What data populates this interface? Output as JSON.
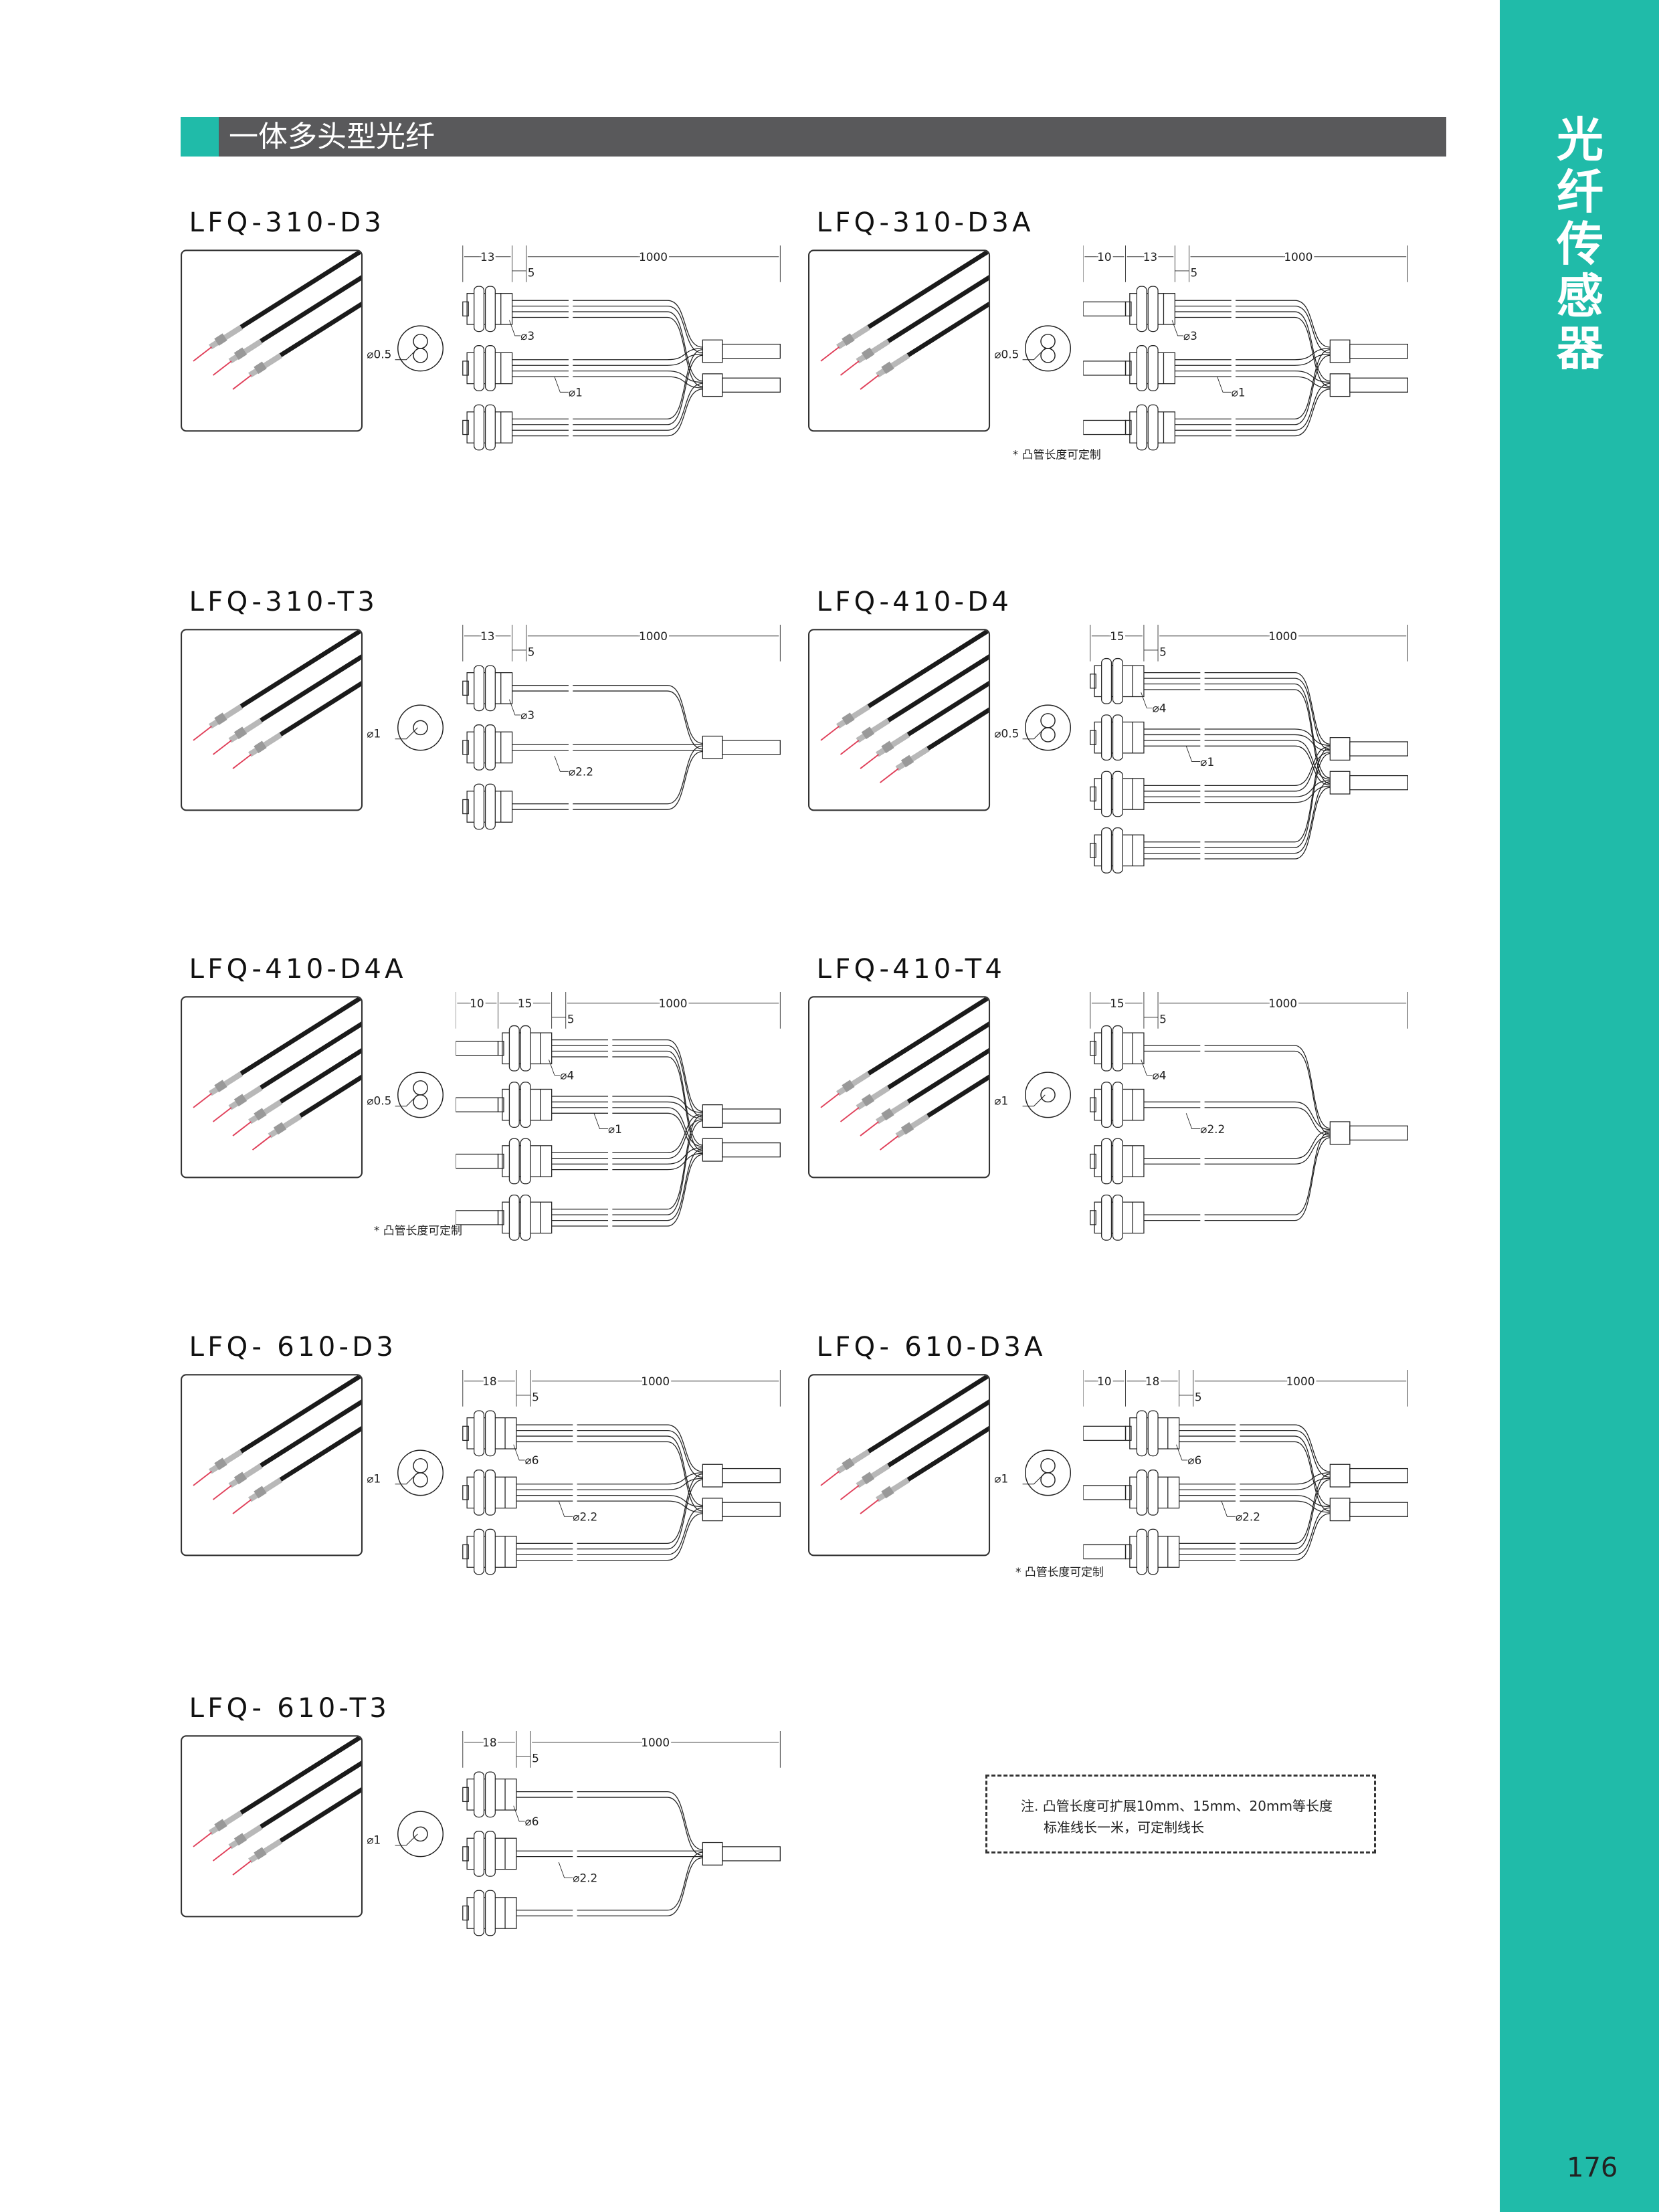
{
  "header": {
    "title": "一体多头型光纤"
  },
  "sidebar": {
    "title": "光纤传感器",
    "page_number": "176"
  },
  "products": [
    {
      "model": "LFQ-310-D3",
      "dims": [
        "13",
        "5",
        "1000"
      ],
      "head_dia": "⌀3",
      "fiber_dia": "⌀1",
      "core_dia": "⌀0.5",
      "heads": 3,
      "connectors": 2,
      "tube": false,
      "note": ""
    },
    {
      "model": "LFQ-310-D3A",
      "dims": [
        "10",
        "13",
        "5",
        "1000"
      ],
      "head_dia": "⌀3",
      "fiber_dia": "⌀1",
      "core_dia": "⌀0.5",
      "heads": 3,
      "connectors": 2,
      "tube": true,
      "note": "* 凸管长度可定制"
    },
    {
      "model": "LFQ-310-T3",
      "dims": [
        "13",
        "5",
        "1000"
      ],
      "head_dia": "⌀3",
      "fiber_dia": "⌀2.2",
      "core_dia": "⌀1",
      "heads": 3,
      "connectors": 1,
      "tube": false,
      "note": ""
    },
    {
      "model": "LFQ-410-D4",
      "dims": [
        "15",
        "5",
        "1000"
      ],
      "head_dia": "⌀4",
      "fiber_dia": "⌀1",
      "core_dia": "⌀0.5",
      "heads": 4,
      "connectors": 2,
      "tube": false,
      "note": ""
    },
    {
      "model": "LFQ-410-D4A",
      "dims": [
        "10",
        "15",
        "5",
        "1000"
      ],
      "head_dia": "⌀4",
      "fiber_dia": "⌀1",
      "core_dia": "⌀0.5",
      "heads": 4,
      "connectors": 2,
      "tube": true,
      "note": "* 凸管长度可定制"
    },
    {
      "model": "LFQ-410-T4",
      "dims": [
        "15",
        "5",
        "1000"
      ],
      "head_dia": "⌀4",
      "fiber_dia": "⌀2.2",
      "core_dia": "⌀1",
      "heads": 4,
      "connectors": 1,
      "tube": false,
      "note": ""
    },
    {
      "model": "LFQ- 610-D3",
      "dims": [
        "18",
        "5",
        "1000"
      ],
      "head_dia": "⌀6",
      "fiber_dia": "⌀2.2",
      "core_dia": "⌀1",
      "heads": 3,
      "connectors": 2,
      "tube": false,
      "note": ""
    },
    {
      "model": "LFQ- 610-D3A",
      "dims": [
        "10",
        "18",
        "5",
        "1000"
      ],
      "head_dia": "⌀6",
      "fiber_dia": "⌀2.2",
      "core_dia": "⌀1",
      "heads": 3,
      "connectors": 2,
      "tube": true,
      "note": "* 凸管长度可定制"
    },
    {
      "model": "LFQ- 610-T3",
      "dims": [
        "18",
        "5",
        "1000"
      ],
      "head_dia": "⌀6",
      "fiber_dia": "⌀2.2",
      "core_dia": "⌀1",
      "heads": 3,
      "connectors": 1,
      "tube": false,
      "note": ""
    }
  ],
  "note_box": {
    "line1": "注.  凸管长度可扩展10mm、15mm、20mm等长度",
    "line2": "标准线长一米，可定制线长"
  },
  "colors": {
    "accent": "#20bba9",
    "header_bg": "#59595b"
  }
}
